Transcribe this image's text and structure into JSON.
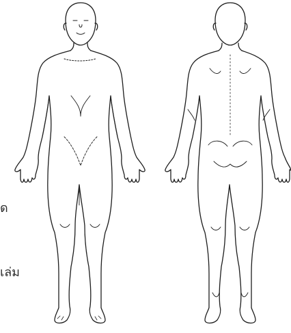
{
  "diagram": {
    "figures": [
      {
        "view": "front"
      },
      {
        "view": "back"
      }
    ],
    "stray_text": [
      "ด",
      "เล่ม"
    ],
    "colors": {
      "stroke": "#1d1d1d",
      "background": "#ffffff"
    }
  }
}
